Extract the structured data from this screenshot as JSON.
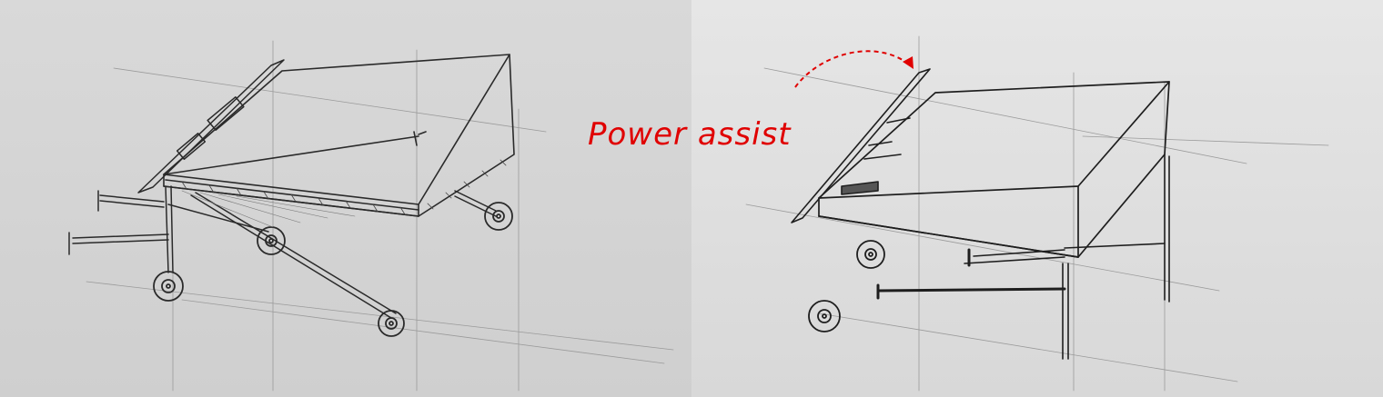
{
  "annotation": {
    "label": "Power assist",
    "color": "#e00000"
  },
  "panels": [
    {
      "name": "sketch-left",
      "description_icon": "drafting-table-cart-sketch"
    },
    {
      "name": "sketch-right",
      "description_icon": "drafting-table-cart-sketch"
    }
  ]
}
